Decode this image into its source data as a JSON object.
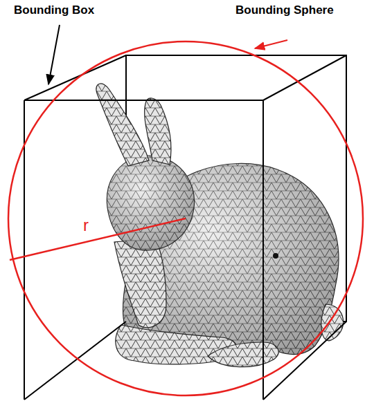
{
  "diagram": {
    "labels": [
      "Bounding Box",
      "Bounding Sphere",
      "r"
    ]
  }
}
